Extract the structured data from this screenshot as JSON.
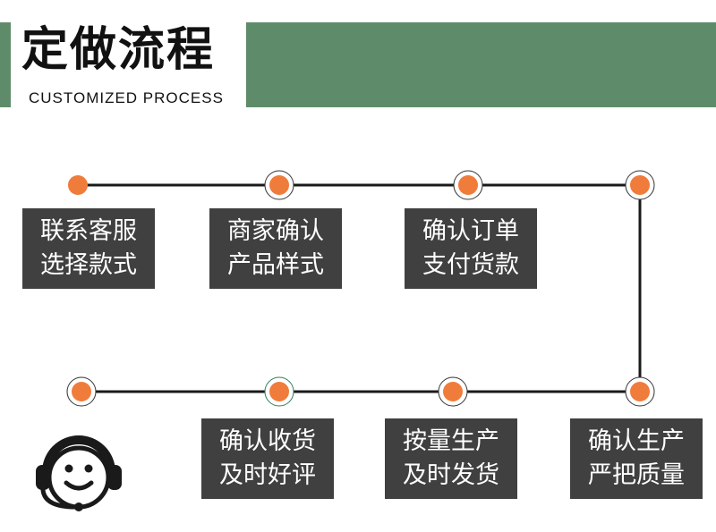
{
  "header": {
    "title": "定做流程",
    "subtitle": "CUSTOMIZED PROCESS"
  },
  "colors": {
    "accent_green": "#5e8c6a",
    "node_orange": "#f07c3c",
    "card_bg": "#404040",
    "line": "#1a1a1a"
  },
  "steps": [
    {
      "line1": "联系客服",
      "line2": "选择款式"
    },
    {
      "line1": "商家确认",
      "line2": "产品样式"
    },
    {
      "line1": "确认订单",
      "line2": "支付货款"
    },
    {
      "line1": "确认生产",
      "line2": "严把质量"
    },
    {
      "line1": "按量生产",
      "line2": "及时发货"
    },
    {
      "line1": "确认收货",
      "line2": "及时好评"
    }
  ],
  "icons": {
    "customer_service": "headset-smiley-icon"
  }
}
